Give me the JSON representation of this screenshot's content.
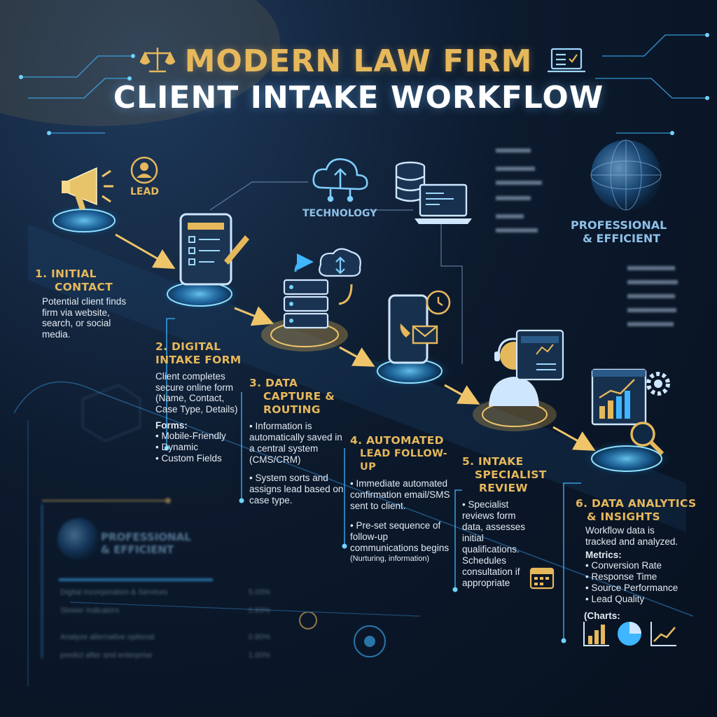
{
  "title": {
    "line1": "MODERN LAW FIRM",
    "line2": "CLIENT INTAKE WORKFLOW"
  },
  "labels": {
    "lead": "LEAD",
    "technology": "TECHNOLOGY",
    "professional": "PROFESSIONAL",
    "efficient": "& EFFICIENT",
    "bottom_professional": "PROFESSIONAL",
    "bottom_efficient": "& EFFICIENT"
  },
  "steps": [
    {
      "heading1": "1. INITIAL",
      "heading2": "CONTACT",
      "body": [
        "Potential client finds",
        "firm via website,",
        "search, or social",
        "media."
      ]
    },
    {
      "heading1": "2. DIGITAL",
      "heading2": "INTAKE FORM",
      "body": [
        "Client completes",
        "secure online form",
        "(Name, Contact,",
        "Case Type, Details)"
      ],
      "sub": "Forms:",
      "bullets": [
        "Mobile-Friendly",
        "Dynamic",
        "Custom Fields"
      ]
    },
    {
      "heading1": "3. DATA",
      "heading2": "CAPTURE &",
      "heading3": "ROUTING",
      "bullets": [
        "Information is automatically saved in a central system (CMS/CRM)",
        "System sorts and assigns lead based on case type."
      ]
    },
    {
      "heading1": "4. AUTOMATED",
      "heading2": "LEAD FOLLOW-UP",
      "bullets": [
        "Immediate automated confirmation email/SMS sent to client.",
        "Pre-set sequence of follow-up communications begins"
      ],
      "note": "(Nurturing, information)"
    },
    {
      "heading1": "5. INTAKE",
      "heading2": "SPECIALIST",
      "heading3": "REVIEW",
      "bullets": [
        "Specialist reviews form data, assesses initial qualifications. Schedules consultation if appropriate"
      ]
    },
    {
      "heading1": "6. DATA ANALYTICS",
      "heading2": "& INSIGHTS",
      "body": [
        "Workflow data is",
        "tracked and analyzed."
      ],
      "sub": "Metrics:",
      "bullets": [
        "Conversion Rate",
        "Response Time",
        "Source Performance",
        "Lead Quality"
      ],
      "charts_label": "(Charts:"
    }
  ],
  "background_table": [
    {
      "label": "Digital Incorporation & Services",
      "value": "5.03%"
    },
    {
      "label": "Slower Indicators",
      "value": "0.83%"
    },
    {
      "label": "Analyze alternative optional",
      "value": "0.80%"
    },
    {
      "label": "predict after and enterprise",
      "value": "1.00%"
    }
  ],
  "colors": {
    "gold": "#e6b85c",
    "blue": "#3fb6ff",
    "background": "#0c1a2d"
  },
  "icons": [
    "scales-icon",
    "laptop-checklist-icon",
    "megaphone-icon",
    "user-icon",
    "tablet-form-icon",
    "cloud-icon",
    "database-icon",
    "laptop-icon",
    "server-sync-icon",
    "phone-mail-icon",
    "headset-specialist-icon",
    "analytics-dashboard-icon",
    "globe-icon",
    "calendar-icon",
    "bar-chart-icon",
    "pie-chart-icon",
    "line-chart-icon"
  ]
}
